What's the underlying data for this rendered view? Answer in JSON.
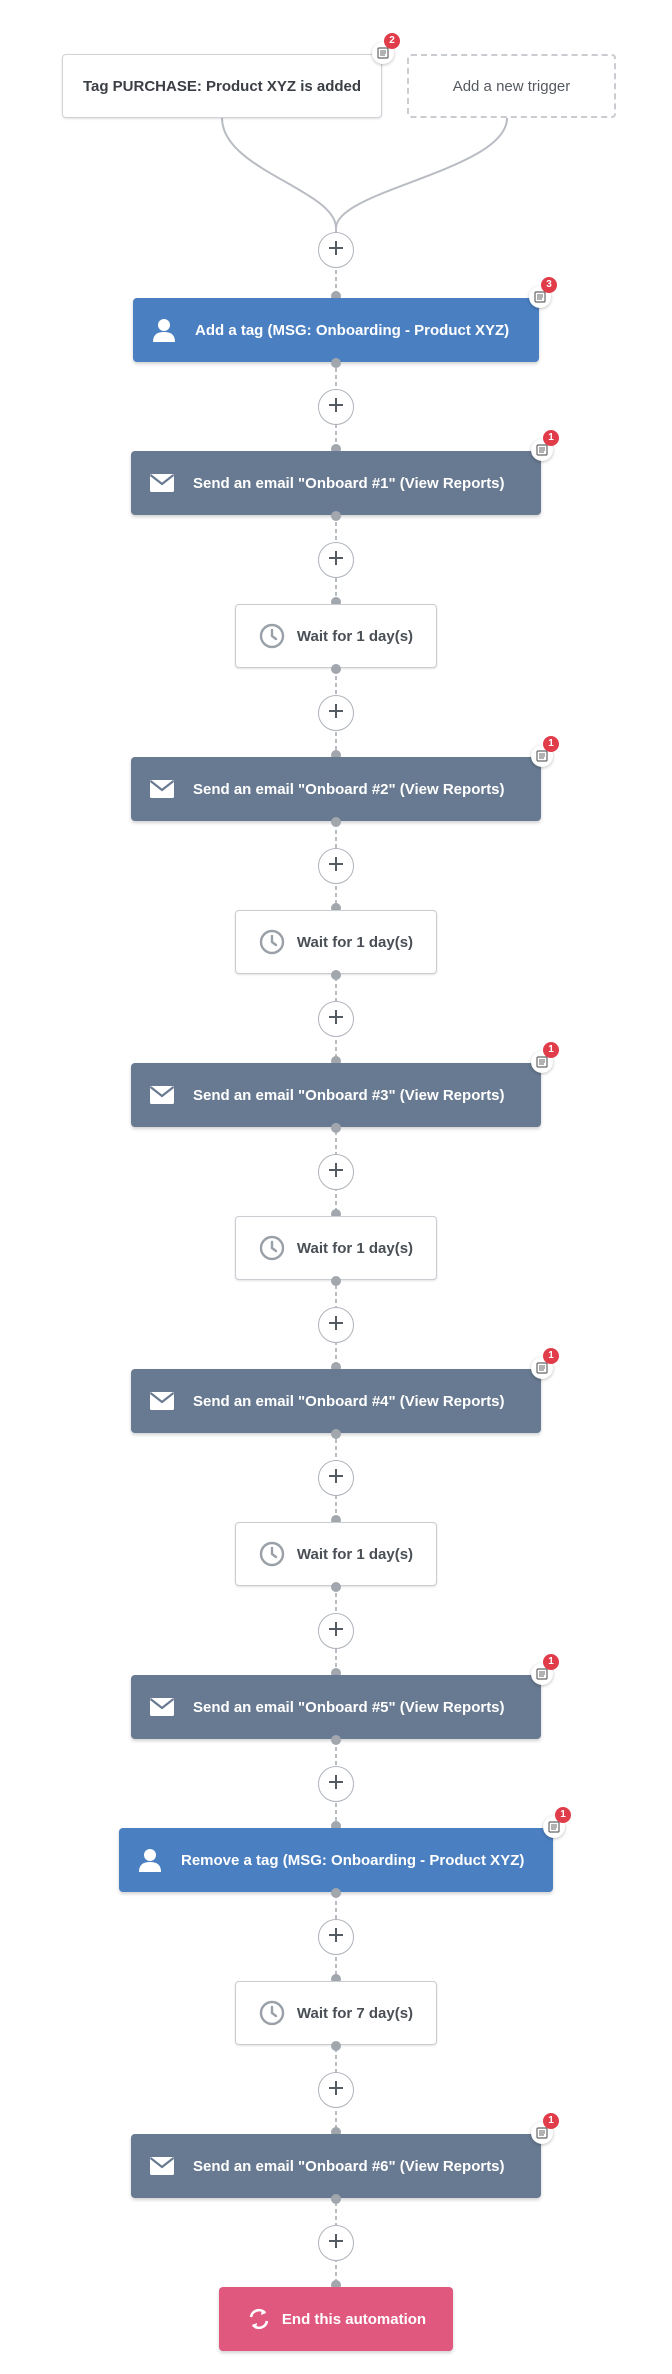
{
  "triggers": [
    {
      "label": "Tag PURCHASE: Product XYZ is added",
      "notes": "2"
    },
    {
      "label": "Add a new trigger"
    }
  ],
  "steps": [
    {
      "kind": "tag",
      "icon": "user-icon",
      "label": "Add a tag (MSG: Onboarding - Product XYZ)",
      "notes": "3"
    },
    {
      "kind": "email",
      "icon": "envelope-icon",
      "label": "Send an email \"Onboard #1\" (View Reports)",
      "notes": "1"
    },
    {
      "kind": "wait",
      "icon": "clock-icon",
      "label": "Wait for 1 day(s)"
    },
    {
      "kind": "email",
      "icon": "envelope-icon",
      "label": "Send an email \"Onboard #2\" (View Reports)",
      "notes": "1"
    },
    {
      "kind": "wait",
      "icon": "clock-icon",
      "label": "Wait for 1 day(s)"
    },
    {
      "kind": "email",
      "icon": "envelope-icon",
      "label": "Send an email \"Onboard #3\" (View Reports)",
      "notes": "1"
    },
    {
      "kind": "wait",
      "icon": "clock-icon",
      "label": "Wait for 1 day(s)"
    },
    {
      "kind": "email",
      "icon": "envelope-icon",
      "label": "Send an email \"Onboard #4\" (View Reports)",
      "notes": "1"
    },
    {
      "kind": "wait",
      "icon": "clock-icon",
      "label": "Wait for 1 day(s)"
    },
    {
      "kind": "email",
      "icon": "envelope-icon",
      "label": "Send an email \"Onboard #5\" (View Reports)",
      "notes": "1"
    },
    {
      "kind": "tag",
      "icon": "user-icon",
      "label": "Remove a tag (MSG: Onboarding - Product XYZ)",
      "notes": "1"
    },
    {
      "kind": "wait",
      "icon": "clock-icon",
      "label": "Wait for 7 day(s)"
    },
    {
      "kind": "email",
      "icon": "envelope-icon",
      "label": "Send an email \"Onboard #6\" (View Reports)",
      "notes": "1"
    },
    {
      "kind": "end",
      "icon": "refresh-icon",
      "label": "End this automation"
    }
  ],
  "colors": {
    "tag": "#4a7fc1",
    "email": "#687a91",
    "end": "#e0587e",
    "badge": "#e03c4a"
  }
}
